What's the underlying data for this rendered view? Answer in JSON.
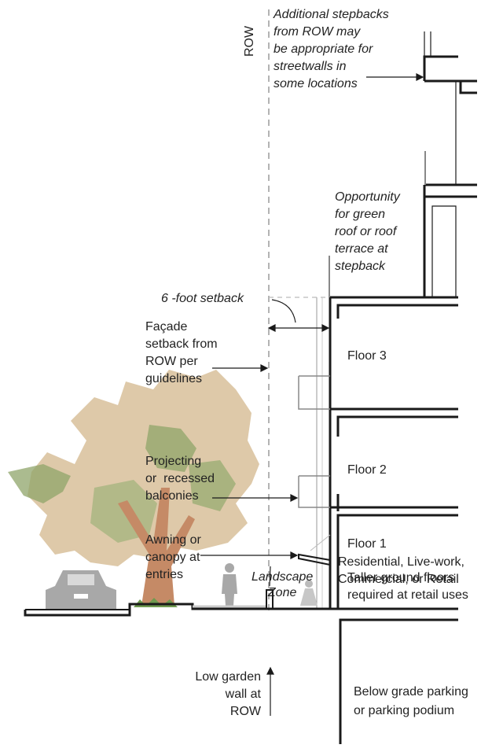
{
  "labels": {
    "row": "ROW",
    "stepbacks": "Additional stepbacks\nfrom ROW may\nbe appropriate for\nstreetwalls in\nsome locations",
    "green_roof": "Opportunity\nfor green\nroof or roof\nterrace at\nstepback",
    "six_foot": "6 -foot setback",
    "facade": "Façade\nsetback from\nROW per\nguidelines",
    "floor3": "Floor 3",
    "floor2": "Floor 2",
    "balconies": "Projecting\nor  recessed\nbalconies",
    "awning": "Awning or\ncanopy at\nentries",
    "floor1": "Floor 1",
    "floor1_uses": "Residential, Live-work,\nCommercial, or Retail",
    "landscape": "Landscape\nZone",
    "taller": "Taller ground floors\nrequired at retail uses",
    "garden_wall": "Low garden\nwall at\nROW",
    "parking": "Below grade parking\nor parking podium"
  },
  "colors": {
    "line": "#1a1a1a",
    "row_dash": "#9a9a9a",
    "tree_trunk": "#c58a66",
    "foliage_tan": "#d8bf9a",
    "foliage_green": "#8fa46a",
    "silhouette": "#a8a8a8"
  }
}
